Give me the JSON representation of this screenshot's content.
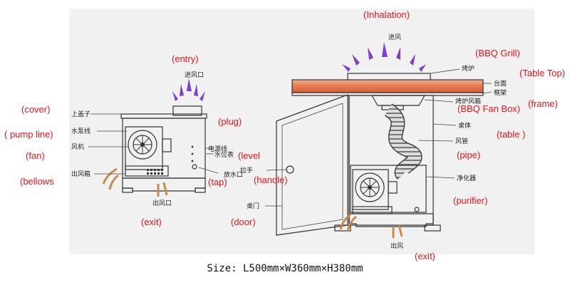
{
  "caption": "Size: L500mm×W360mm×H380mm",
  "colors": {
    "label": "#e8141a",
    "grill": "#e57a4f",
    "arrow": "#7b3fd0",
    "exit_arrow": "#d9a066",
    "panel": "#f1f1f1"
  },
  "labels_en": {
    "inhalation": "(Inhalation)",
    "entry": "(entry)",
    "bbq_grill": "(BBQ Grill)",
    "table_top": "(Table Top)",
    "frame": "(frame)",
    "cover": "(cover)",
    "plug": "(plug)",
    "bbq_fan_box": "(BBQ Fan Box)",
    "pump_line": "( pump line)",
    "table": "(table )",
    "fan": "(fan)",
    "level": "(level",
    "pipe": "(pipe)",
    "handle": "(handle)",
    "bellows": "(bellows",
    "tap": "(tap)",
    "purifier": "(purifier)",
    "exit_left": "(exit)",
    "door": "(door)",
    "exit_right": "(exit)"
  },
  "labels_cn": {
    "jinfeng": "进风",
    "jinfengkou": "进风口",
    "kaolu": "烤炉",
    "taimian": "台面",
    "kuangjia": "框架",
    "shanggaizi": "上盖子",
    "kaolufengxiang": "烤炉风箱",
    "zhuoti": "桌体",
    "shuibengxian": "水泵线",
    "fengji": "风机",
    "dianyuanxian": "电源线",
    "shuiweibiao": "水位表",
    "fengguan": "风管",
    "lashou": "拉手",
    "chufengxiang": "出风箱",
    "fangshuikou": "放水口",
    "jinghuaqi": "净化器",
    "zhuomen": "桌门",
    "chufengkou": "出风口",
    "chufeng": "出风"
  }
}
